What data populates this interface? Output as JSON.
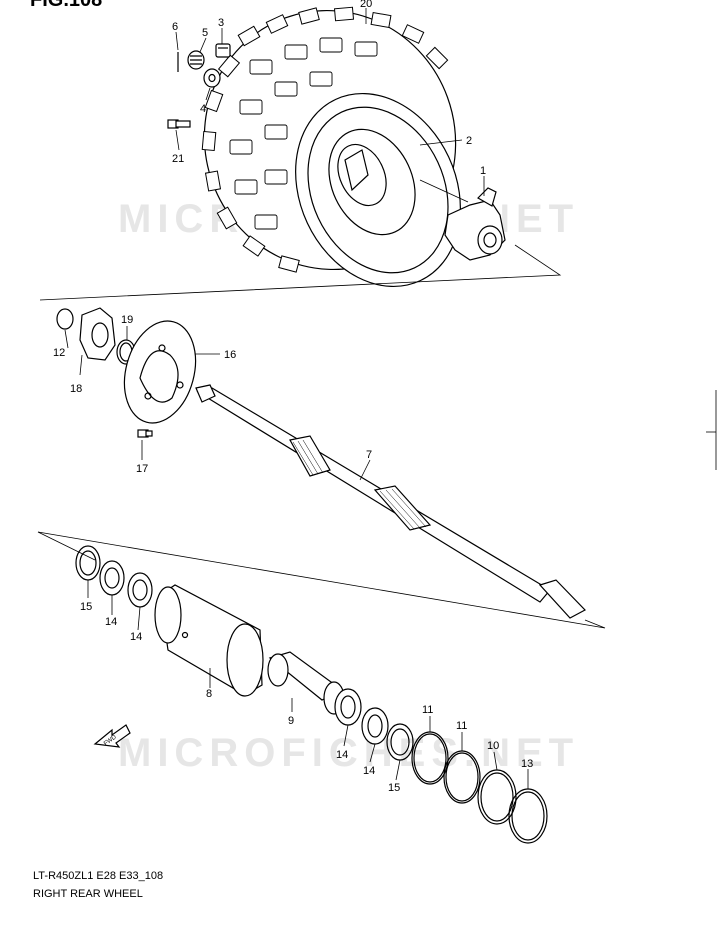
{
  "figure_label": "FIG.108",
  "watermark": "MICROFICHES.NET",
  "fwd_label": "FWD",
  "footer": {
    "model_code": "LT-R450ZL1 E28 E33_108",
    "title": "RIGHT REAR WHEEL"
  },
  "callouts": {
    "c1": "1",
    "c2": "2",
    "c3": "3",
    "c4": "4",
    "c5": "5",
    "c6": "6",
    "c7": "7",
    "c8": "8",
    "c9": "9",
    "c10": "10",
    "c11a": "11",
    "c11b": "11",
    "c12": "12",
    "c13": "13",
    "c14a": "14",
    "c14b": "14",
    "c14c": "14",
    "c14d": "14",
    "c15a": "15",
    "c15b": "15",
    "c16": "16",
    "c17": "17",
    "c18": "18",
    "c19": "19",
    "c20": "20",
    "c21": "21"
  }
}
